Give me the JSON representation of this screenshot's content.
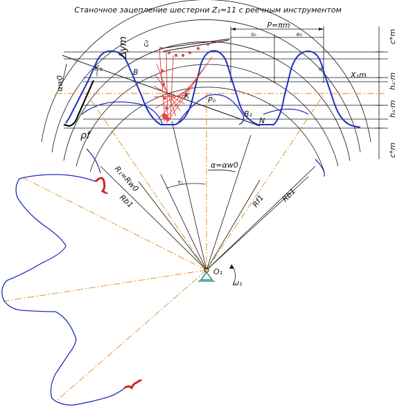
{
  "title": "Станочное зацепление шестерни Z₁=11 с реечным инструментом",
  "labels": {
    "pitch": "P=πm",
    "s0": "s₀",
    "e0": "e₀",
    "c_top": "c*m",
    "c_bottom": "c*m",
    "delta_ym": "Δym",
    "c0": "c₀",
    "alpha_w0": "αw0",
    "alpha_w0_lower": "α=αw0",
    "k1": "K₁",
    "b": "B",
    "k": "K",
    "p0": "P₀",
    "b1": "B₁",
    "n": "N",
    "x1m": "X₁m",
    "ha_m": "hₐ·m",
    "hf_m": "hₐ·m",
    "rho_f": "ρf",
    "alpha_small": "α",
    "r1_rw": "R₁=Rw0",
    "rb1_left": "Rb1",
    "tau1": "τ₁",
    "rf1": "Rf1",
    "rb1_right": "Rb1",
    "o1": "O₁",
    "omega1": "ω₁"
  },
  "colors": {
    "profile": "#1f2fbf",
    "axis": "#e08a1e",
    "highlight": "#d42020",
    "support": "#2a8f86",
    "lines": "#111111"
  }
}
